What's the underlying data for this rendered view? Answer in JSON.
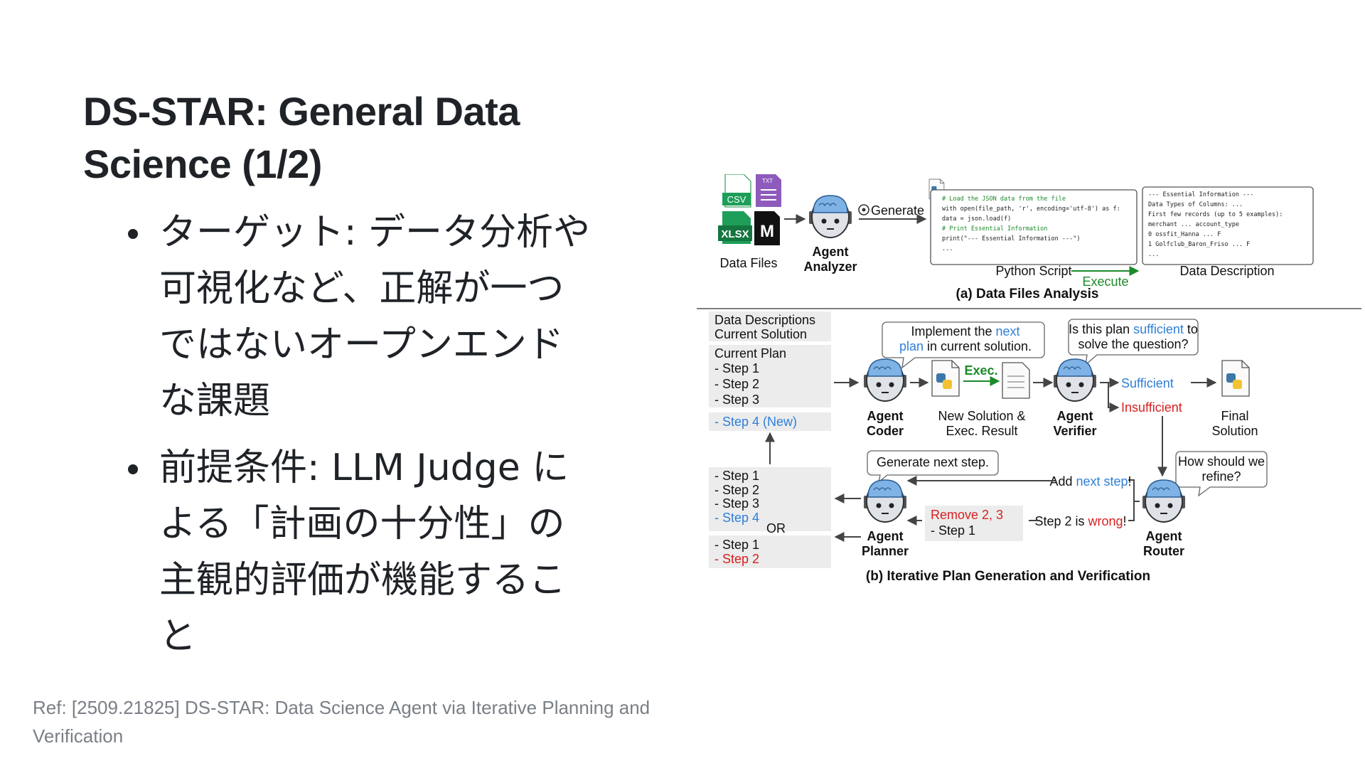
{
  "slide": {
    "title": "DS-STAR: General Data Science (1/2)",
    "bullets": [
      "ターゲット: データ分析や可視化など、正解が一つではないオープンエンドな課題",
      "前提条件: LLM Judge による「計画の十分性」の主観的評価が機能すること"
    ],
    "reference": "Ref: [2509.21825] DS-STAR: Data Science Agent via Iterative Planning and Verification"
  },
  "figure": {
    "file_icons": {
      "csv": "CSV",
      "txt": "TXT",
      "xlsx": "XLSX",
      "md": "M"
    },
    "data_files": "Data Files",
    "analyzer": [
      "Agent",
      "Analyzer"
    ],
    "generate": "Generate",
    "code_lines": [
      "# Load the JSON data from the file",
      "with open(file_path, 'r', encoding='utf-8') as f:",
      "    data = json.load(f)",
      "# Print Essential Information",
      "print(\"--- Essential Information ---\")",
      "..."
    ],
    "desc_lines": [
      "--- Essential Information ---",
      "Data Types of Columns: ...",
      "First few records (up to 5 examples):",
      "                merchant ... account_type",
      "0         ossfit_Hanna ...             F",
      "1 Golfclub_Baron_Friso ...             F",
      "..."
    ],
    "python_script": "Python Script",
    "execute": "Execute",
    "data_description": "Data Description",
    "caption_a": "(a) Data Files Analysis",
    "left_panel": {
      "header": [
        "Data Descriptions",
        "Current Solution"
      ],
      "plan_title": "Current Plan",
      "plan_steps": [
        "- Step 1",
        "- Step 2",
        "- Step 3"
      ],
      "new_step": "- Step 4 (New)",
      "next_steps": [
        "- Step 1",
        "- Step 2",
        "- Step 3"
      ],
      "next_step4": "- Step 4",
      "or": "OR",
      "trunc_step1": "- Step 1",
      "trunc_step2": "- Step 2"
    },
    "coder_bubble": {
      "t1": "Implement the ",
      "t1b": "next",
      "t2b": "plan",
      "t2": " in current solution."
    },
    "coder": [
      "Agent",
      "Coder"
    ],
    "exec": "Exec.",
    "new_solution": [
      "New Solution &",
      "Exec. Result"
    ],
    "verifier_bubble": {
      "t1": "Is this plan ",
      "t1b": "sufficient",
      "t1c": " to",
      "t2": "solve the question?"
    },
    "verifier": [
      "Agent",
      "Verifier"
    ],
    "sufficient": "Sufficient",
    "insufficient": "Insufficient",
    "final_solution": [
      "Final",
      "Solution"
    ],
    "router_bubble": [
      "How should we",
      "refine?"
    ],
    "router": [
      "Agent",
      "Router"
    ],
    "planner_bubble": "Generate next step.",
    "add_next": {
      "t1": "Add ",
      "t1b": "next step",
      "t1c": "!"
    },
    "step2_wrong": {
      "t1": "Step 2 is ",
      "t1b": "wrong",
      "t1c": "!"
    },
    "remove_box": {
      "t1": "Remove 2, 3",
      "t2": "- Step 1"
    },
    "planner": [
      "Agent",
      "Planner"
    ],
    "caption_b": "(b) Iterative Plan Generation and Verification",
    "colors": {
      "accent_blue": "#2f7fd8",
      "accent_red": "#d81f1f",
      "accent_green": "#1c8a2a",
      "panel_gray": "#ececec",
      "robot_face": "#dfe3e8",
      "brain": "#7fb3e6"
    }
  }
}
